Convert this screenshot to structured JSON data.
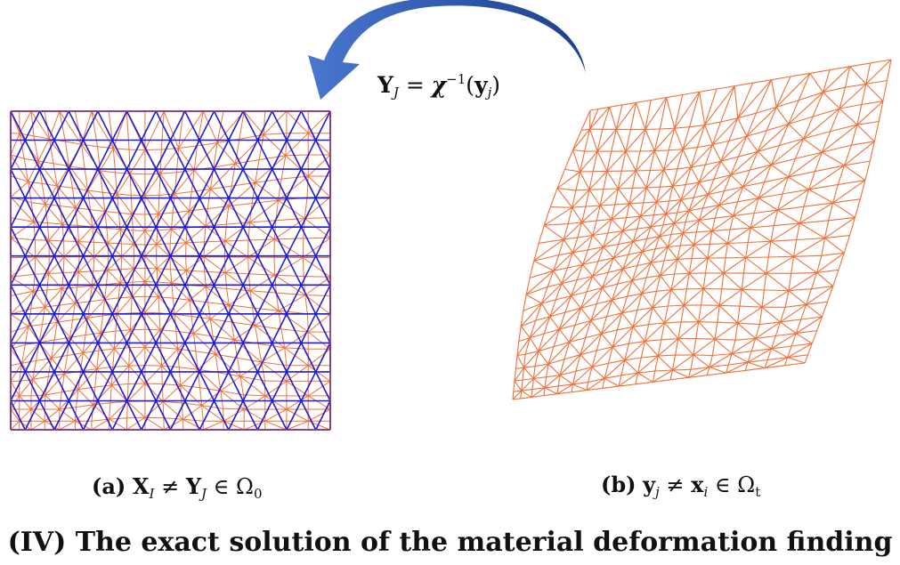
{
  "arrow_label": {
    "lhs_symbol": "Y",
    "lhs_sub": "J",
    "eq": " = ",
    "map_symbol": "χ",
    "map_sup": "−1",
    "open": "(",
    "arg_symbol": "y",
    "arg_sub": "j",
    "close": ")"
  },
  "caption_a": {
    "tag": "(a)",
    "lhs_symbol": "X",
    "lhs_sub": "I",
    "neq": " ≠ ",
    "rhs_symbol": "Y",
    "rhs_sub": "J",
    "in": " ∈ ",
    "domain_symbol": "Ω",
    "domain_sub": "0"
  },
  "caption_b": {
    "tag": "(b)",
    "lhs_symbol": "y",
    "lhs_sub": "j",
    "neq": " ≠ ",
    "rhs_symbol": "x",
    "rhs_sub": "i",
    "in": " ∈ ",
    "domain_symbol": "Ω",
    "domain_sub": "t"
  },
  "title": "(IV) The exact solution of the material deformation finding",
  "colors": {
    "reference_mesh": "#1c1cd6",
    "deformed_mesh": "#f0703a",
    "border": "#8b3a7a",
    "arrow_fill": "#3a63b8",
    "arrow_dark": "#1d3f8a"
  }
}
